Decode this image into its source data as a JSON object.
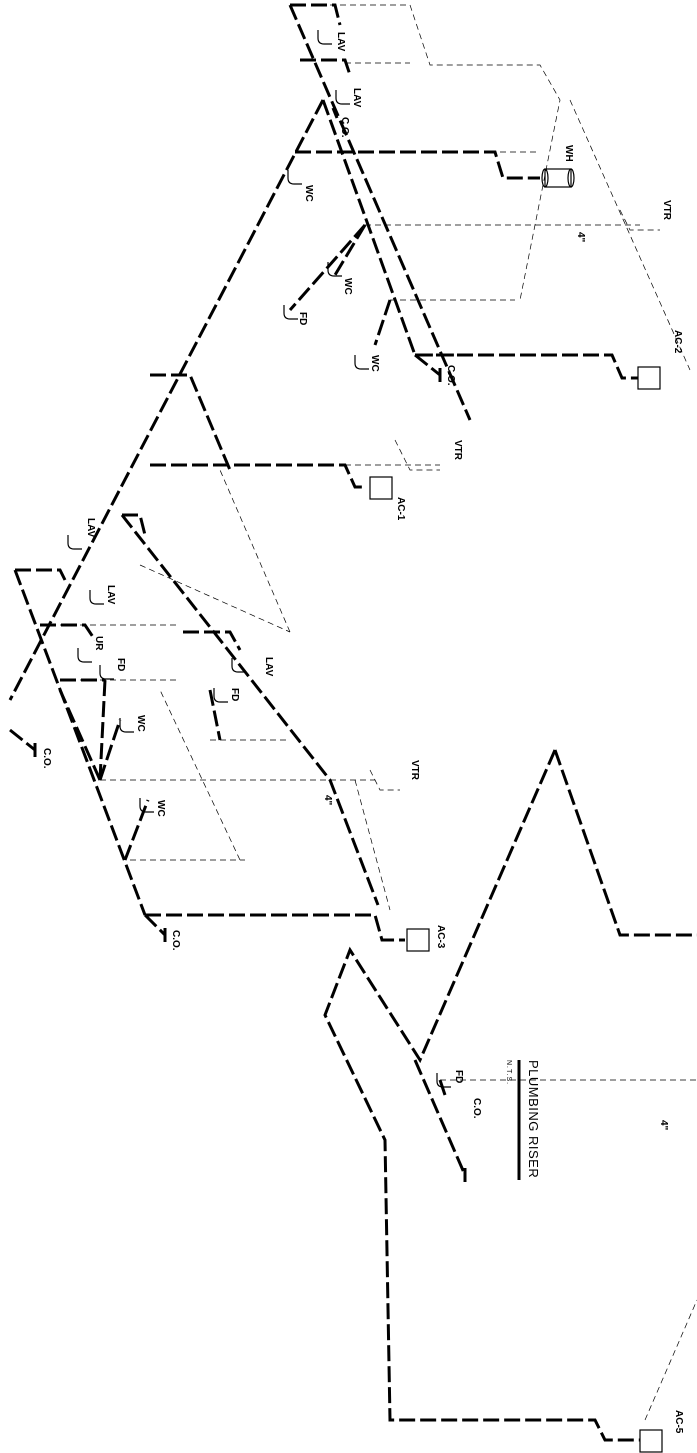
{
  "title": "PLUMBING RISER",
  "subtitle": "N.T.S.",
  "labels": {
    "lav": "LAV",
    "co": "C.O.",
    "wc": "WC",
    "wh": "WH",
    "vtr": "VTR",
    "fd": "FD",
    "ur": "UR",
    "size_4": "4\"",
    "ac1": "AC-1",
    "ac2": "AC-2",
    "ac3": "AC-3",
    "ac5": "AC-5"
  }
}
